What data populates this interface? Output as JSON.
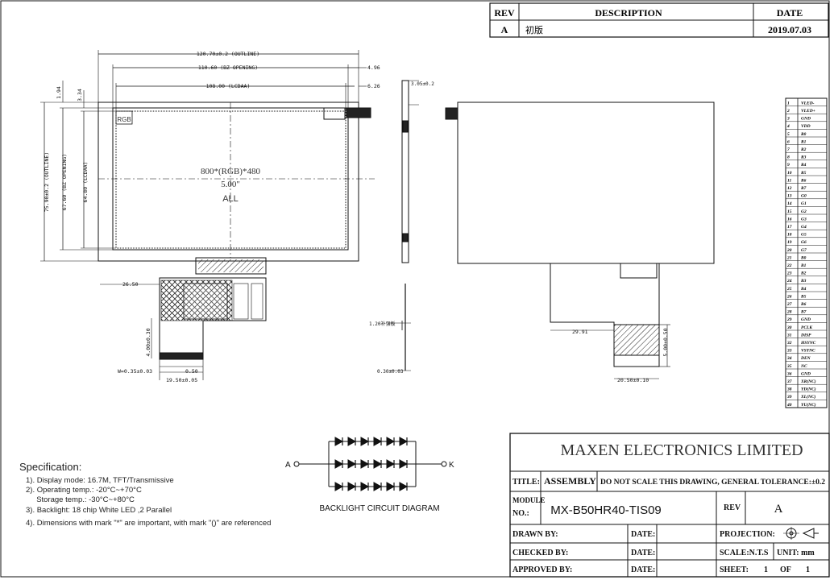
{
  "rev_table": {
    "headers": {
      "rev": "REV",
      "description": "DESCRIPTION",
      "date": "DATE"
    },
    "row": {
      "rev": "A",
      "description": "初版",
      "date": "2019.07.03"
    }
  },
  "front_view": {
    "dim_outline_w": "120.70±0.2 (OUTLINE)",
    "dim_bz_w": "110.60 (BZ OPENING)",
    "dim_lcdaa_w": "108.00 (LCDAA)",
    "dim_496": "4.96",
    "dim_626": "6.26",
    "dim_outline_h": "75.90±0.2 (OUTLINE)",
    "dim_bz_h": "67.60 (BZ OPENING)",
    "dim_lcdaa_h": "64.80 (LCDAA)",
    "dim_194": "1.94",
    "dim_334": "3.34",
    "rgb_label": "RGB",
    "resolution": "800*(RGB)*480",
    "size": "5.00\"",
    "all": "ALL",
    "dim_2650": "26.50",
    "dim_400": "4.00±0.30",
    "dim_w": "W=0.35±0.03",
    "dim_050": "0.50",
    "dim_1950": "19.50±0.05"
  },
  "side_view": {
    "dim_305": "3.05±0.2",
    "dim_120": "1.20补强板",
    "dim_030": "0.30±0.03"
  },
  "back_view": {
    "dim_2991": "29.91",
    "dim_500": "5.00±0.50",
    "dim_2050": "20.50±0.10"
  },
  "pins": [
    {
      "n": "1",
      "s": "VLED-"
    },
    {
      "n": "2",
      "s": "VLED+"
    },
    {
      "n": "3",
      "s": "GND"
    },
    {
      "n": "4",
      "s": "VDD"
    },
    {
      "n": "5",
      "s": "R0"
    },
    {
      "n": "6",
      "s": "R1"
    },
    {
      "n": "7",
      "s": "R2"
    },
    {
      "n": "8",
      "s": "R3"
    },
    {
      "n": "9",
      "s": "R4"
    },
    {
      "n": "10",
      "s": "R5"
    },
    {
      "n": "11",
      "s": "R6"
    },
    {
      "n": "12",
      "s": "R7"
    },
    {
      "n": "13",
      "s": "G0"
    },
    {
      "n": "14",
      "s": "G1"
    },
    {
      "n": "15",
      "s": "G2"
    },
    {
      "n": "16",
      "s": "G3"
    },
    {
      "n": "17",
      "s": "G4"
    },
    {
      "n": "18",
      "s": "G5"
    },
    {
      "n": "19",
      "s": "G6"
    },
    {
      "n": "20",
      "s": "G7"
    },
    {
      "n": "21",
      "s": "B0"
    },
    {
      "n": "22",
      "s": "B1"
    },
    {
      "n": "23",
      "s": "B2"
    },
    {
      "n": "24",
      "s": "B3"
    },
    {
      "n": "25",
      "s": "B4"
    },
    {
      "n": "26",
      "s": "B5"
    },
    {
      "n": "27",
      "s": "B6"
    },
    {
      "n": "28",
      "s": "B7"
    },
    {
      "n": "29",
      "s": "GND"
    },
    {
      "n": "30",
      "s": "PCLK"
    },
    {
      "n": "31",
      "s": "DISP"
    },
    {
      "n": "32",
      "s": "HSYNC"
    },
    {
      "n": "33",
      "s": "VSYNC"
    },
    {
      "n": "34",
      "s": "DEN"
    },
    {
      "n": "35",
      "s": "NC"
    },
    {
      "n": "36",
      "s": "GND"
    },
    {
      "n": "37",
      "s": "XR(NC)"
    },
    {
      "n": "38",
      "s": "YD(NC)"
    },
    {
      "n": "39",
      "s": "XL(NC)"
    },
    {
      "n": "40",
      "s": "YU(NC)"
    }
  ],
  "spec": {
    "title": "Specification:",
    "lines": [
      "1). Display mode: 16.7M, TFT/Transmissive",
      "2). Operating temp.: -20°C~+70°C",
      "     Storage temp.: -30°C~+80°C",
      "3). Backlight: 18 chip White LED ,2 Parallel",
      "4). Dimensions with mark \"*\" are important, with mark \"()\" are referenced"
    ]
  },
  "circuit": {
    "anode": "A",
    "cathode": "K",
    "caption": "BACKLIGHT CIRCUIT DIAGRAM"
  },
  "title_block": {
    "company": "MAXEN ELECTRONICS LIMITED",
    "title_label": "TITLE:",
    "title_value": "ASSEMBLY",
    "note": "DO NOT SCALE THIS DRAWING, GENERAL TOLERANCE:±0.2",
    "module_label_1": "MODULE",
    "module_label_2": "NO.:",
    "module_no": "MX-B50HR40-TIS09",
    "rev_label": "REV",
    "rev_value": "A",
    "drawn_by": "DRAWN BY:",
    "checked_by": "CHECKED BY:",
    "approved_by": "APPROVED BY:",
    "date_label": "DATE:",
    "projection": "PROJECTION:",
    "scale": "SCALE:N.T.S",
    "unit": "UNIT: mm",
    "sheet": "SHEET:",
    "sheet_no": "1",
    "of": "OF",
    "sheet_total": "1"
  }
}
